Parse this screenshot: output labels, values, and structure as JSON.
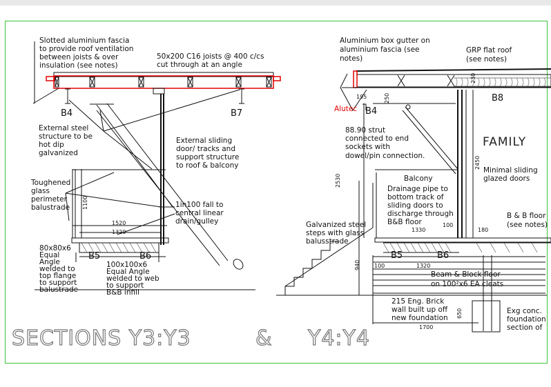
{
  "title": {
    "left": "SECTIONS Y3:Y3",
    "amp": "&",
    "right": "Y4:Y4"
  },
  "left_section": {
    "notes": {
      "fascia": [
        "Slotted aluminium fascia",
        "to provide roof ventilation",
        "between joists & over",
        "insulation (see notes)"
      ],
      "joists": [
        "50x200 C16 joists @ 400 c/cs",
        "cut through at an angle"
      ],
      "steel": [
        "External steel",
        "structure to be",
        "hot dip",
        "galvanized"
      ],
      "sliding": [
        "External sliding",
        "door/ tracks and",
        "support structure",
        "to roof & balcony"
      ],
      "glass": [
        "Toughened",
        "glass",
        "perimeter",
        "balustrade"
      ],
      "fall": [
        "1in100 fall to",
        "central linear",
        "drain/gulley"
      ],
      "angle80": [
        "80x80x6",
        "Equal",
        "Angle",
        "welded to",
        "top flange",
        "to support",
        "balustrade"
      ],
      "angle100": [
        "100x100x6",
        "Equal Angle",
        "welded to web",
        "to support",
        "B&B infill"
      ]
    },
    "beams": {
      "b4": "B4",
      "b7": "B7",
      "b5": "B5",
      "b6": "B6"
    },
    "dims": {
      "h1100": "1100",
      "w1520": "1520",
      "w1320": "1320"
    }
  },
  "right_section": {
    "notes": {
      "gutter": [
        "Aluminium box gutter on",
        "aluminium fascia (see",
        "notes)"
      ],
      "grp": [
        "GRP flat roof",
        "(see notes)"
      ],
      "strut": [
        "88.90 strut",
        "connected to end",
        "sockets with",
        "dowel/pin connection."
      ],
      "doors": [
        "Minimal sliding",
        "glazed doors"
      ],
      "balcony": "Balcony",
      "drainage": [
        "Drainage pipe to",
        "bottom track of",
        "sliding doors to",
        "discharge through",
        "B&B floor"
      ],
      "bb_floor": [
        "B & B floor",
        "(see notes)"
      ],
      "steps": [
        "Galvanized steel",
        "steps with glass",
        "balusstrade"
      ],
      "beam_block": [
        "Beam & Block floor",
        "on 100²x6 EA cleats"
      ],
      "brick": [
        "215 Eng. Brick",
        "wall built up off",
        "new foundation"
      ],
      "foundation": [
        "Exg conc.",
        "foundation",
        "section of"
      ]
    },
    "brand": "Alutec",
    "room": "FAMILY",
    "beams": {
      "b4": "B4",
      "b8": "B8",
      "b5": "B5",
      "b6": "B6"
    },
    "dims": {
      "d195": "195",
      "d250": "250",
      "d230": "230",
      "d2450": "2450",
      "d2530": "2530",
      "d1330": "1330",
      "d100": "100",
      "d180": "180",
      "d940": "940",
      "d100b": "100",
      "d1320": "1320",
      "d650": "650",
      "d1700": "1700"
    }
  },
  "colors": {
    "frame": "#3fbf3f",
    "accent_red": "#e00000",
    "title_stroke": "#777777"
  }
}
